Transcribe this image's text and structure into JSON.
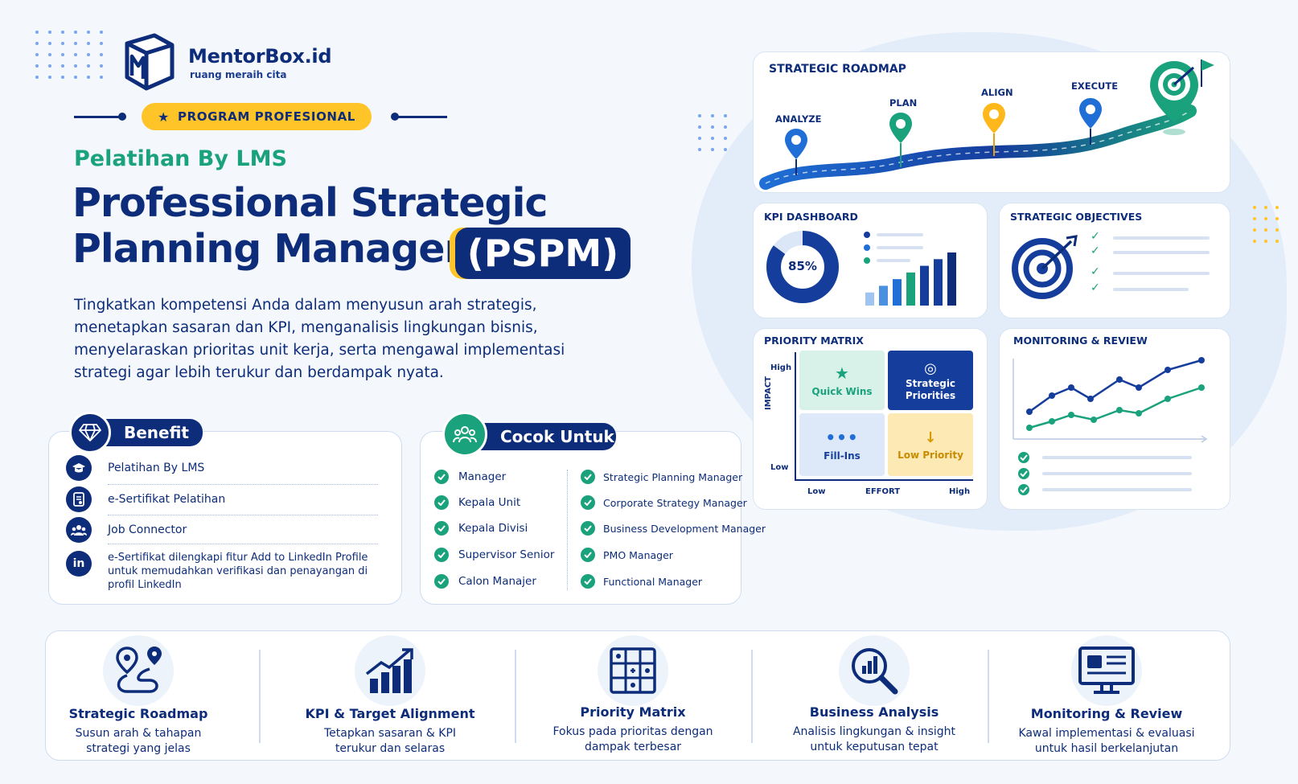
{
  "brand": {
    "name": "MentorBox.id",
    "tagline": "ruang meraih cita"
  },
  "badge": "PROGRAM PROFESIONAL",
  "subtitle": "Pelatihan By LMS",
  "title_line1": "Professional Strategic",
  "title_line2": "Planning Manager",
  "title_abbr": "(PSPM)",
  "description": "Tingkatkan kompetensi Anda dalam menyusun arah strategis, menetapkan sasaran dan KPI, menganalisis lingkungan bisnis, menyelaraskan prioritas unit kerja, serta mengawal implementasi strategi agar lebih terukur dan berdampak nyata.",
  "benefit": {
    "title": "Benefit",
    "items": [
      {
        "icon": "graduation-cap-icon",
        "text": "Pelatihan By LMS"
      },
      {
        "icon": "certificate-icon",
        "text": "e-Sertifikat Pelatihan"
      },
      {
        "icon": "people-icon",
        "text": "Job Connector"
      },
      {
        "icon": "linkedin-icon",
        "text": "e-Sertifikat dilengkapi fitur Add to LinkedIn Profile untuk memudahkan verifikasi dan penayangan di profil LinkedIn"
      }
    ]
  },
  "cocok": {
    "title": "Cocok Untuk",
    "left": [
      "Manager",
      "Kepala Unit",
      "Kepala Divisi",
      "Supervisor Senior",
      "Calon Manajer"
    ],
    "right": [
      "Strategic Planning Manager",
      "Corporate Strategy Manager",
      "Business Development Manager",
      "PMO Manager",
      "Functional Manager"
    ]
  },
  "roadmap": {
    "title": "STRATEGIC ROADMAP",
    "steps": [
      "ANALYZE",
      "PLAN",
      "ALIGN",
      "EXECUTE"
    ]
  },
  "kpi": {
    "title": "KPI DASHBOARD",
    "percent_label": "85%",
    "percent": 85,
    "bars": [
      1,
      2,
      3,
      4,
      5,
      6,
      7
    ]
  },
  "objectives": {
    "title": "STRATEGIC OBJECTIVES"
  },
  "priority": {
    "title": "PRIORITY MATRIX",
    "y_axis": "IMPACT",
    "x_axis": "EFFORT",
    "y_high": "High",
    "y_low": "Low",
    "x_low": "Low",
    "x_high": "High",
    "quick_wins": "Quick Wins",
    "strategic_1": "Strategic",
    "strategic_2": "Priorities",
    "fill_ins": "Fill-Ins",
    "low_priority": "Low Priority"
  },
  "monitoring": {
    "title": "MONITORING & REVIEW"
  },
  "features": [
    {
      "title": "Strategic Roadmap",
      "line1": "Susun arah & tahapan",
      "line2": "strategi yang jelas"
    },
    {
      "title": "KPI & Target Alignment",
      "line1": "Tetapkan sasaran & KPI",
      "line2": "terukur dan selaras"
    },
    {
      "title": "Priority Matrix",
      "line1": "Fokus pada prioritas dengan",
      "line2": "dampak terbesar"
    },
    {
      "title": "Business Analysis",
      "line1": "Analisis lingkungan & insight",
      "line2": "untuk keputusan tepat"
    },
    {
      "title": "Monitoring & Review",
      "line1": "Kawal implementasi & evaluasi",
      "line2": "untuk hasil berkelanjutan"
    }
  ],
  "colors": {
    "navy": "#0d2c7a",
    "green": "#1aa27c",
    "yellow": "#ffc428",
    "blue": "#1f6fd6"
  }
}
